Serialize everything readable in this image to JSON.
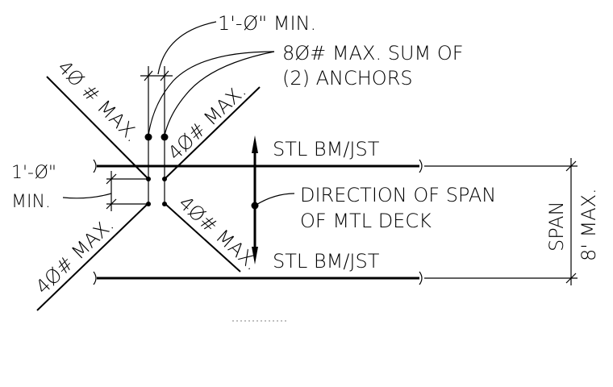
{
  "labels": {
    "top_min": "1'-Ø\" MIN.",
    "sum_line1": "8Ø# MAX. SUM OF",
    "sum_line2": "(2) ANCHORS",
    "diag_upper_left": "4Ø # MAX.",
    "diag_upper_right": "4Ø# MAX.",
    "diag_lower_left": "4Ø# MAX.",
    "diag_lower_right": "4Ø# MAX.",
    "left_min_line1": "1'-Ø\"",
    "left_min_line2": "MIN.",
    "beam_top": "STL BM/JST",
    "beam_bottom": "STL BM/JST",
    "direction_line1": "DIRECTION OF SPAN",
    "direction_line2": "OF MTL DECK",
    "span": "SPAN",
    "span_max": "8' MAX."
  }
}
